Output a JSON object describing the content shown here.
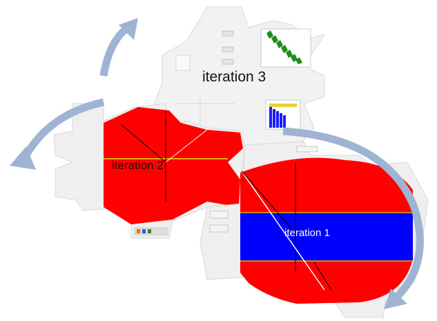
{
  "labels": {
    "iteration_1": "iteration 1",
    "iteration_2": "iteration 2",
    "iteration_3": "iteration 3"
  },
  "colors": {
    "arrow": "#9fb3d3",
    "gear_fill": "#efefef",
    "red": "#ff0000",
    "blue": "#0000ff",
    "green": "#1f7a1f",
    "yellow": "#f0c419"
  },
  "icons": [
    "cycle-arrow-left",
    "cycle-arrow-top",
    "cycle-arrow-right"
  ]
}
